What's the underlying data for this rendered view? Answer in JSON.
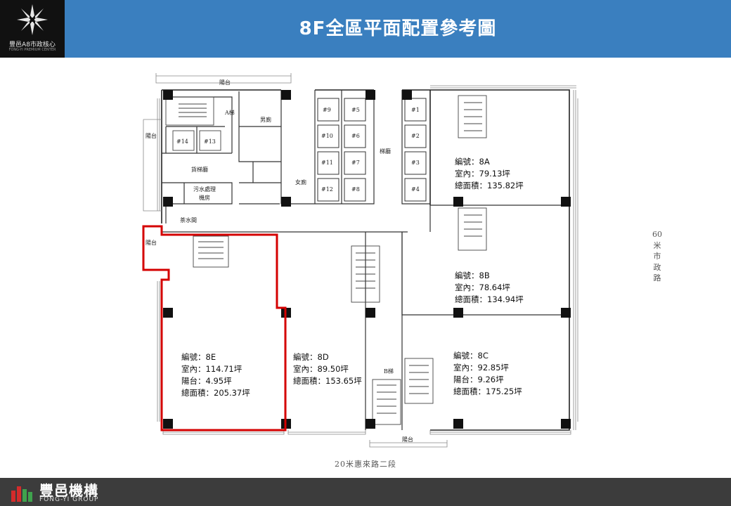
{
  "header": {
    "title": "8F全區平面配置參考圖",
    "logo_text": "豐邑A8市政核心",
    "logo_subtext": "FONG-YI PREMIUM CENTER"
  },
  "colors": {
    "header_bg": "#3a7fbf",
    "highlight": "#d40000",
    "footer_bg": "#3c3c3c"
  },
  "floorplan": {
    "balconies": {
      "north": "陽台",
      "west_upper": "陽台",
      "west_lower": "陽台",
      "south": "陽台"
    },
    "rooms": {
      "elevator_a": "A梯",
      "mens_restroom": "男廁",
      "womens_restroom": "女廁",
      "freight_hall": "貨梯廳",
      "sewage_room": "污水處理\n機房",
      "tea_room": "茶水間",
      "elevator_hall": "梯廳",
      "elevator_b": "B梯"
    },
    "elevators": [
      "#14",
      "#13",
      "#9",
      "#5",
      "#10",
      "#6",
      "#11",
      "#7",
      "#12",
      "#8",
      "#1",
      "#2",
      "#3",
      "#4"
    ],
    "units": [
      {
        "id": "8A",
        "text": "編號：8A\n室內：79.13坪\n總面積：135.82坪"
      },
      {
        "id": "8B",
        "text": "編號：8B\n室內：78.64坪\n總面積：134.94坪"
      },
      {
        "id": "8C",
        "text": "編號：8C\n室內：92.85坪\n陽台：9.26坪\n總面積：175.25坪"
      },
      {
        "id": "8D",
        "text": "編號：8D\n室內：89.50坪\n總面積：153.65坪"
      },
      {
        "id": "8E",
        "text": "編號：8E\n室內：114.71坪\n陽台：4.95坪\n總面積：205.37坪",
        "highlighted": true
      }
    ],
    "roads": {
      "east": "60\n米\n市\n政\n路",
      "south": "20米惠來路二段"
    }
  },
  "footer": {
    "company": "豐邑機構",
    "company_en": "FONG-YI GROUP"
  }
}
